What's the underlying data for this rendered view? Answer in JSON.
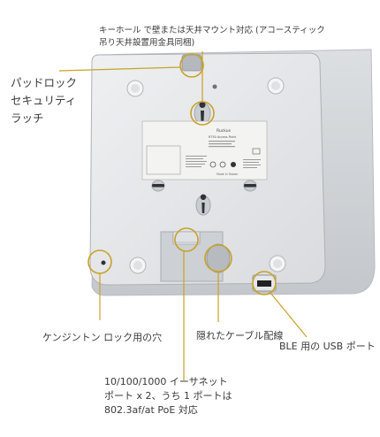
{
  "callouts": {
    "keyhole_mount": "キーホール で壁または天井マウント対応 (アコースティック吊り天井設置用金具同梱)",
    "padlock_latch": "パッドロック セキュリティ ラッチ",
    "kensington_hole": "ケンジントン ロック用の穴",
    "hidden_cable": "隠れたケーブル配線",
    "ethernet_ports": "10/100/1000 イーサネットポート x 2、うち 1 ポートは 802.3af/at PoE 対応",
    "ble_usb_port": "BLE 用の USB ポート"
  },
  "device_label": {
    "brand": "Ruckus",
    "model": "R750 Access Point",
    "made_in": "Made in Taiwan"
  },
  "colors": {
    "callout_ring": "#c9a227",
    "device_body": "#e7e8ea",
    "device_shade": "#cfd1d4",
    "label_plate": "#f3f3f1",
    "text": "#3a3a3a"
  }
}
